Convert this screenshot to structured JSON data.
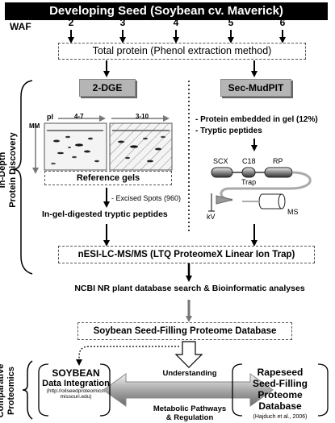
{
  "title": "Developing Seed (Soybean cv. Maverick)",
  "waf": {
    "label": "WAF",
    "weeks": [
      "2",
      "3",
      "4",
      "5",
      "6"
    ]
  },
  "total_protein": "Total protein (Phenol extraction method)",
  "side_labels": {
    "discovery_1": "In-Depth",
    "discovery_2": "Protein Discovery",
    "comparative_1": "Comparative",
    "comparative_2": "Proteomics"
  },
  "left_branch": {
    "title": "2-DGE",
    "pi": "pI",
    "range1": "4-7",
    "range2": "3-10",
    "mm": "MM",
    "ref_gels": "Reference gels",
    "excised": "- Excised Spots (960)",
    "digested": "In-gel-digested tryptic peptides"
  },
  "right_branch": {
    "title": "Sec-MudPIT",
    "bullet1": "- Protein embedded in gel (12%)",
    "bullet2": "- Tryptic peptides",
    "scx": "SCX",
    "c18": "C18",
    "trap": "Trap",
    "rp": "RP",
    "kv": "kV",
    "ms": "MS"
  },
  "nesi": "nESI-LC-MS/MS (LTQ ProteomeX Linear Ion Trap)",
  "ncbi": "NCBI NR plant database search & Bioinformatic analyses",
  "database": "Soybean Seed-Filling Proteome Database",
  "bottom": {
    "soybean_1": "SOYBEAN",
    "soybean_2": "Data Integration",
    "soybean_url_1": "(http://oilseedproteomics.",
    "soybean_url_2": "missouri.edu)",
    "understanding": "Understanding",
    "metabolic_1": "Metabolic Pathways",
    "metabolic_2": "& Regulation",
    "rapeseed_1": "Rapeseed",
    "rapeseed_2": "Seed-Filling",
    "rapeseed_3": "Proteome Database",
    "rapeseed_ref": "(Hajduch et al., 2006)"
  }
}
